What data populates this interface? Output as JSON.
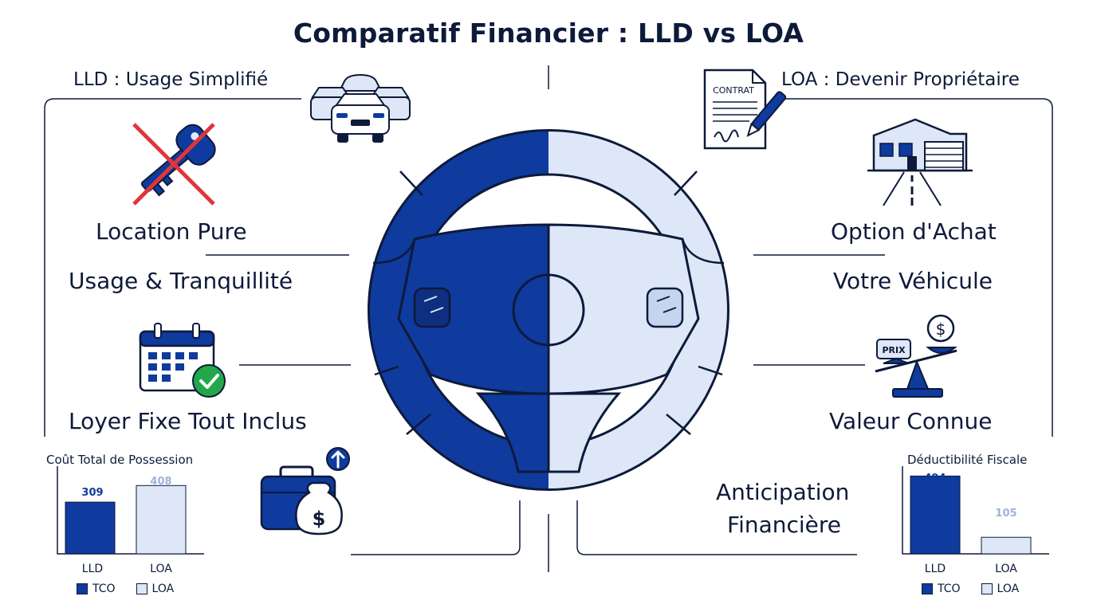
{
  "title": "Comparatif Financier : LLD vs LOA",
  "colors": {
    "navy": "#0f3a9e",
    "light": "#dde7f7",
    "ink": "#0e1a3a",
    "red": "#e0353a",
    "green": "#22a84a"
  },
  "left": {
    "header": "LLD : Usage Simplifié",
    "items": [
      "Location Pure",
      "Usage & Tranquillité",
      "Loyer Fixe Tout Inclus"
    ],
    "icons": [
      "crossed-key-icon",
      "cars-icon",
      "calendar-check-icon",
      "money-suitcase-icon"
    ]
  },
  "right": {
    "header": "LOA : Devenir Propriétaire",
    "contract_label": "CONTRAT",
    "price_label": "PRIX",
    "items": [
      "Option d'Achat",
      "Votre Véhicule",
      "Valeur Connue",
      "Anticipation",
      "Financière"
    ],
    "icons": [
      "contract-icon",
      "house-road-icon",
      "price-scale-icon"
    ]
  },
  "chart_data": [
    {
      "type": "bar",
      "title": "Coût Total de Possession",
      "categories": [
        "LLD",
        "LOA"
      ],
      "values": [
        309,
        408
      ],
      "legend": [
        "TCO",
        "LOA"
      ],
      "legend_position": "bottom",
      "colors": [
        "#0f3a9e",
        "#dde7f7"
      ]
    },
    {
      "type": "bar",
      "title": "Déductibilité Fiscale",
      "categories": [
        "LLD",
        "LOA"
      ],
      "values": [
        494,
        105
      ],
      "legend": [
        "TCO",
        "LOA"
      ],
      "legend_position": "bottom",
      "colors": [
        "#0f3a9e",
        "#dde7f7"
      ]
    }
  ]
}
